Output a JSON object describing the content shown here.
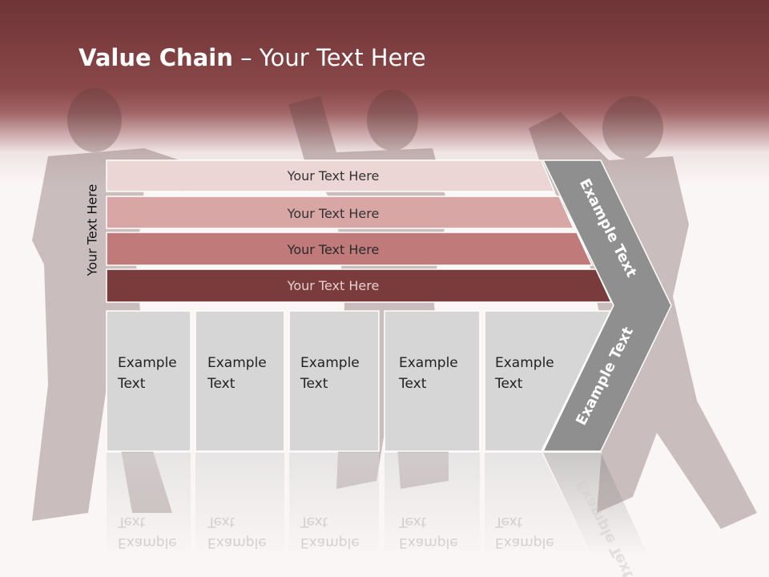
{
  "title": {
    "bold": "Value Chain",
    "rest": " – Your Text Here"
  },
  "vertical_label": "Your Text Here",
  "bars": [
    {
      "label": "Your Text Here",
      "fill": "#ecd5d5",
      "text_color": "#333333"
    },
    {
      "label": "Your Text Here",
      "fill": "#d9a6a6",
      "text_color": "#333333"
    },
    {
      "label": "Your Text Here",
      "fill": "#c07a7a",
      "text_color": "#2a2a2a"
    },
    {
      "label": "Your Text Here",
      "fill": "#7a3b3c",
      "text_color": "#e6d0d0"
    }
  ],
  "columns": [
    {
      "line1": "Example",
      "line2": "Text"
    },
    {
      "line1": "Example",
      "line2": "Text"
    },
    {
      "line1": "Example",
      "line2": "Text"
    },
    {
      "line1": "Example",
      "line2": "Text"
    },
    {
      "line1": "Example",
      "line2": "Text"
    }
  ],
  "chevron": {
    "upper": "Example Text",
    "lower": "Example Text",
    "fill": "#8f8f8f"
  },
  "colors": {
    "header": "#7a3b3c",
    "cell": "#d6d6d6"
  }
}
